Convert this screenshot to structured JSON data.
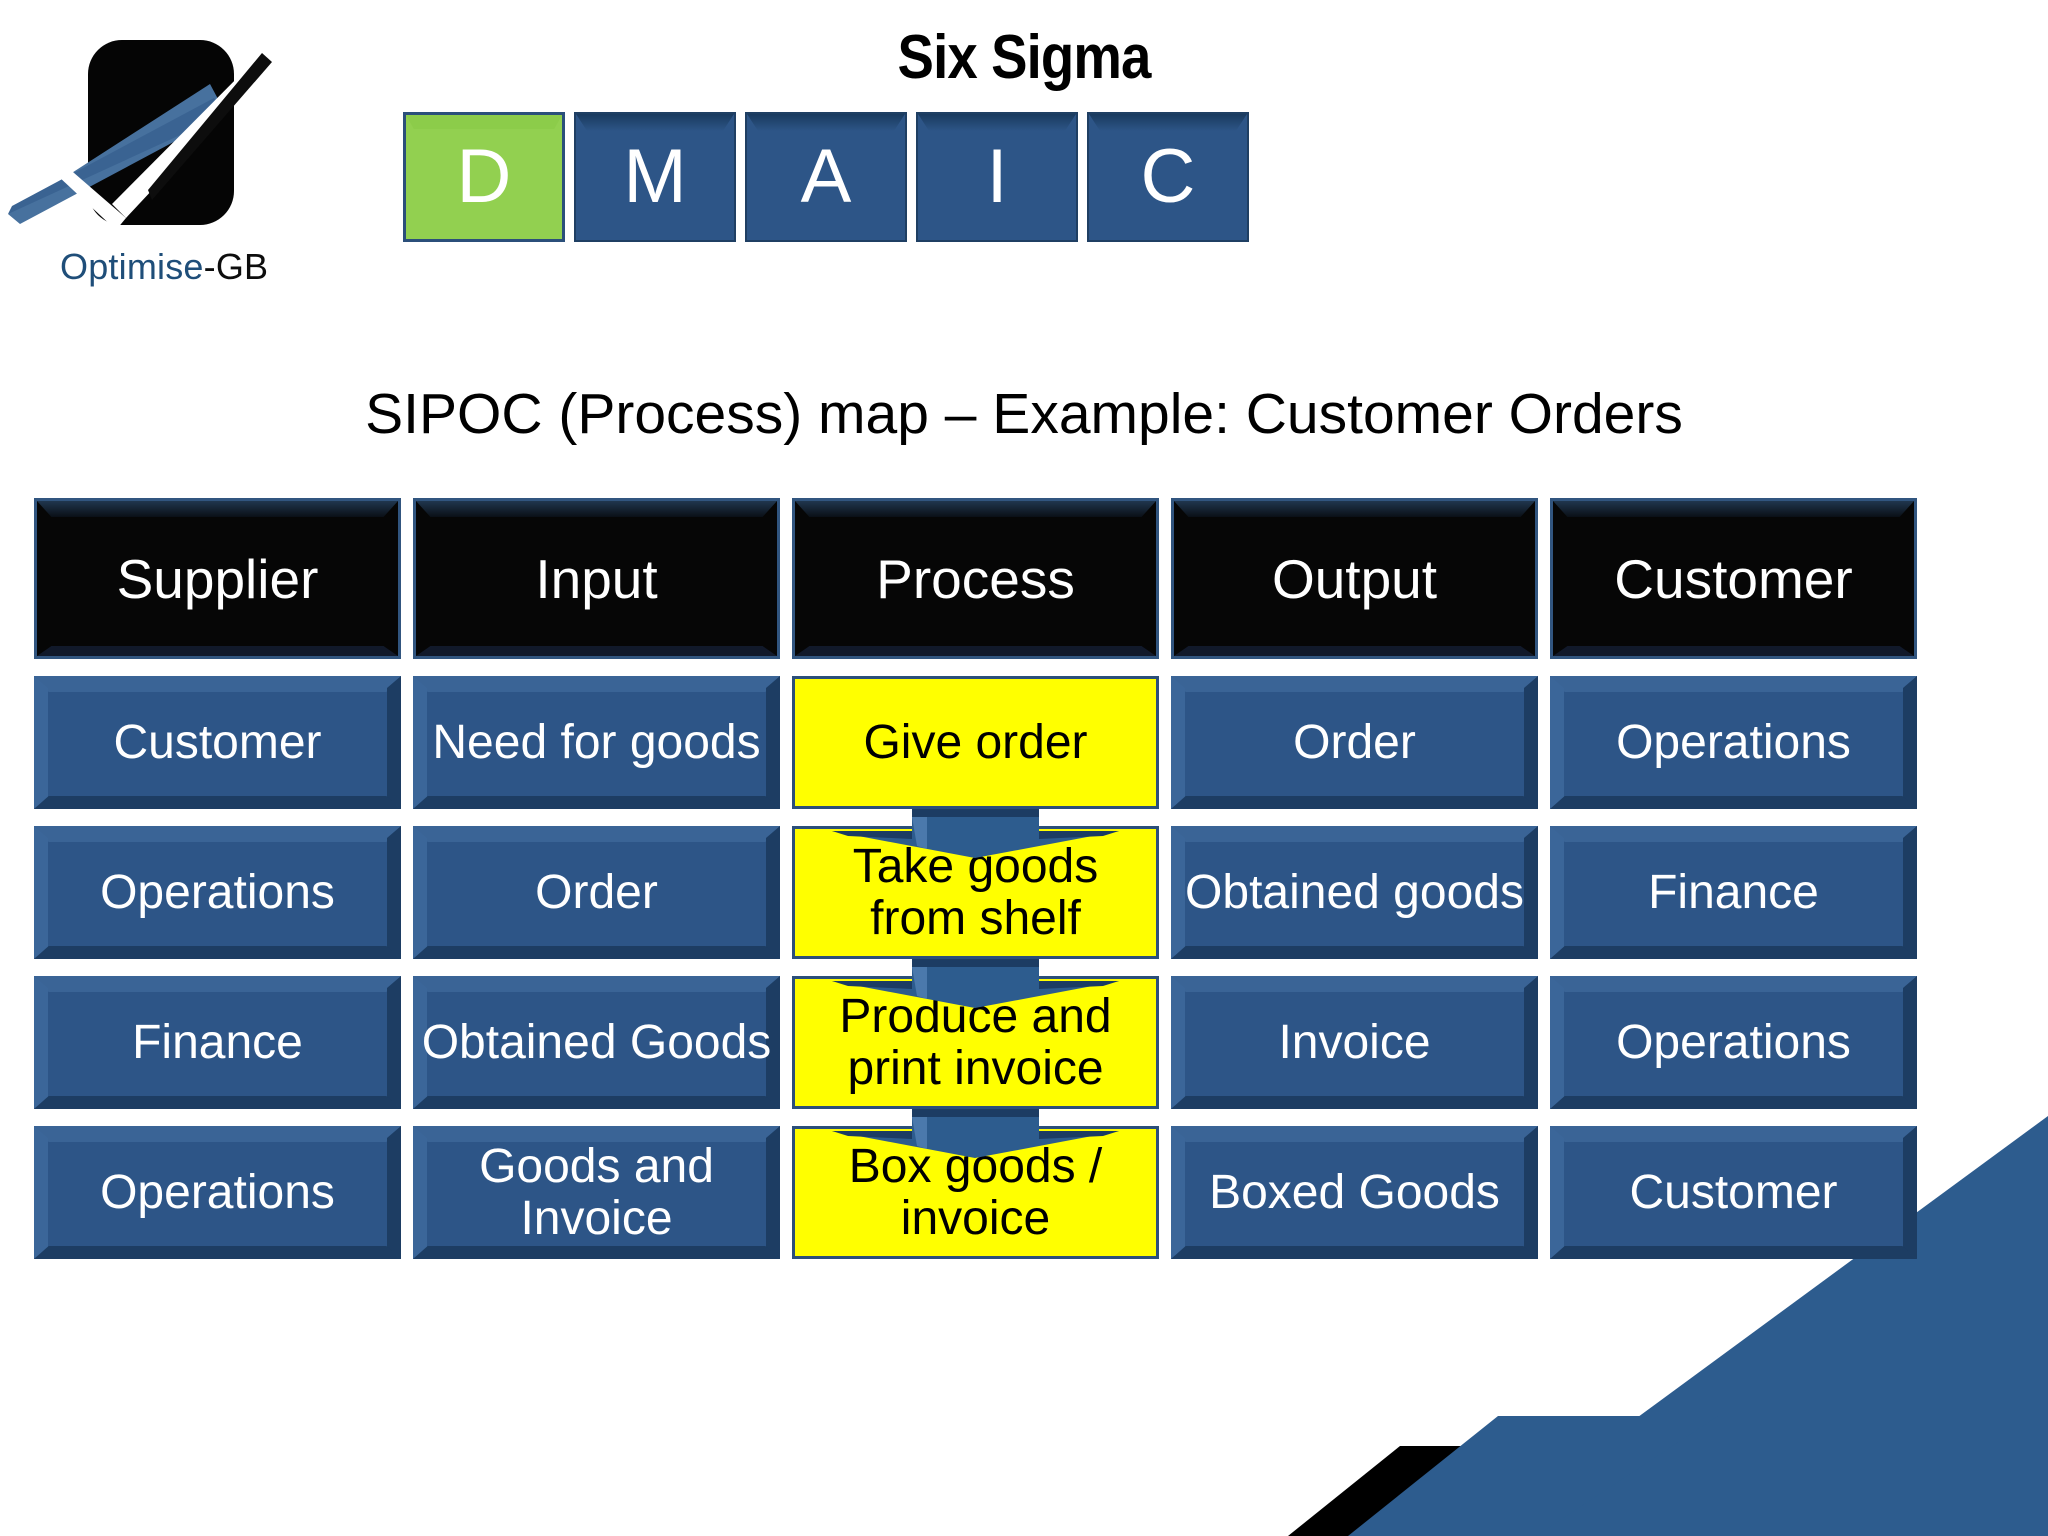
{
  "logo": {
    "name_primary": "Optimise",
    "name_secondary": "-GB",
    "mark_icon": "optimise-checkmark-logo"
  },
  "header": {
    "title": "Six Sigma"
  },
  "dmaic": {
    "steps": [
      {
        "label": "D",
        "state": "active",
        "color": "#92d050"
      },
      {
        "label": "M",
        "state": "inactive",
        "color": "#2d5587"
      },
      {
        "label": "A",
        "state": "inactive",
        "color": "#2d5587"
      },
      {
        "label": "I",
        "state": "inactive",
        "color": "#2d5587"
      },
      {
        "label": "C",
        "state": "inactive",
        "color": "#2d5587"
      }
    ]
  },
  "subtitle": "SIPOC (Process) map – Example: Customer Orders",
  "table": {
    "headers": [
      "Supplier",
      "Input",
      "Process",
      "Output",
      "Customer"
    ],
    "rows": [
      {
        "supplier": "Customer",
        "input": "Need for goods",
        "process": "Give order",
        "output": "Order",
        "customer": "Operations"
      },
      {
        "supplier": "Operations",
        "input": "Order",
        "process": "Take goods from shelf",
        "output": "Obtained goods",
        "customer": "Finance"
      },
      {
        "supplier": "Finance",
        "input": "Obtained Goods",
        "process": "Produce and print invoice",
        "output": "Invoice",
        "customer": "Operations"
      },
      {
        "supplier": "Operations",
        "input": "Goods and Invoice",
        "process": "Box goods / invoice",
        "output": "Boxed Goods",
        "customer": "Customer"
      }
    ]
  },
  "colors": {
    "blue": "#2d5587",
    "blue_dark": "#1d3d63",
    "blue_light": "#3a6496",
    "green": "#92d050",
    "yellow": "#ffff00",
    "header_black": "#060606",
    "header_border": "#31557f",
    "logo_text": "#1f4e79"
  },
  "icons": {
    "flow_arrow": "down-arrow-icon",
    "corner_decoration": "corner-ribbon-decoration"
  }
}
